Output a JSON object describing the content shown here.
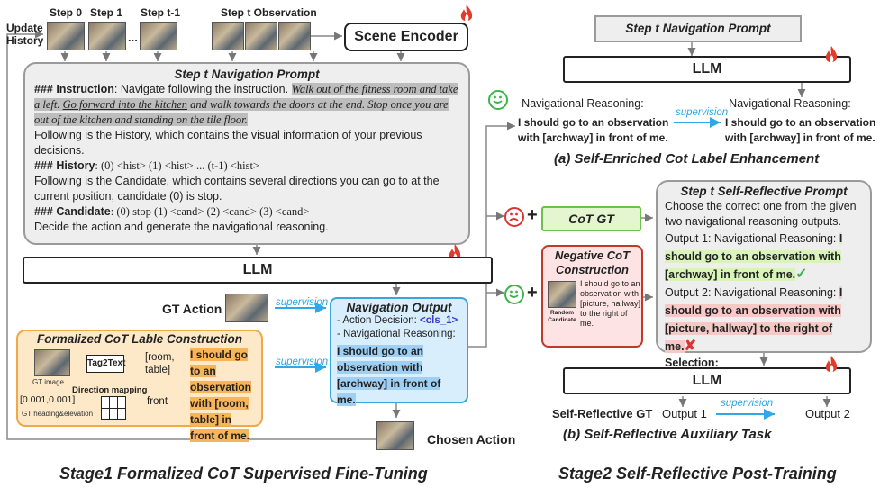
{
  "left": {
    "update_history": "Update\nHistory",
    "steps": [
      "Step 0",
      "Step 1",
      "Step t-1"
    ],
    "ellipsis": "...",
    "step_t_obs": "Step t  Observation",
    "scene_encoder": "Scene Encoder",
    "prompt_title": "Step t   Navigation  Prompt",
    "instr_head": "### Instruction",
    "instr_text": ": Navigate following the instruction. ",
    "instr_a": "Walk out of the fitness room and take a left. ",
    "instr_b": "Go forward into the kitchen",
    "instr_c": " and walk towards the doors at the end. Stop once you are out of the kitchen and standing on the tile floor.",
    "history_intro": "Following is the History, which contains the visual information of your previous decisions.",
    "history_head": "### History",
    "history_tokens": ": (0) <hist> (1) <hist> ... (t-1) <hist>",
    "candidate_intro": "Following is the Candidate, which contains several directions you can go to at the current position, candidate (0) is stop.",
    "candidate_head": "### Candidate",
    "candidate_tokens": ": (0) stop (1) <cand> (2) <cand> (3) <cand>",
    "decide": "Decide the action and generate the navigational reasoning.",
    "llm": "LLM",
    "gt_action": "GT Action",
    "supervision": "supervision",
    "nav_output_title": "Navigation Output",
    "action_decision": "- Action Decision: ",
    "cls_token": "<cls_1>",
    "nav_reasoning": "- Navigational Reasoning:",
    "nav_sentence": "I should go to an observation with [archway] in front of me.",
    "formalized_title": "Formalized CoT Lable Construction",
    "gt_image": "GT image",
    "tag2text": "Tag2Text",
    "room_table": "[room,\ntable]",
    "direction_mapping": "Direction mapping",
    "heading_values": "[0.001,0.001]",
    "gt_heading": "GT heading&elevation",
    "front": "front",
    "formal_sentence": "I should go to an observation with [room, table] in front of me.",
    "chosen_action": "Chosen Action",
    "stage1": "Stage1  Formalized CoT Supervised Fine-Tuning"
  },
  "right": {
    "top_prompt": "Step t   Navigation  Prompt",
    "llm_top": "LLM",
    "reasoning_label": "-Navigational Reasoning:",
    "sentence_bold": "I should go to an observation with [archway] in front of me.",
    "supervision": "supervision",
    "caption_a": "(a) Self-Enriched Cot Label Enhancement",
    "cot_gt": "CoT GT",
    "neg_title": "Negative CoT Construction",
    "random_candidate": "Random Candidate",
    "neg_sentence": "I should go to an observation with [picture, hallway] to the right of me.",
    "refl_title": "Step t   Self-Reflective Prompt",
    "refl_intro": "Choose the correct one from the given two navigational reasoning outputs.",
    "out1": "Output 1: Navigational Reasoning: ",
    "out1_sentence": "I should go to an observation with [archway] in front of me.",
    "out2": "Output 2: Navigational Reasoning: ",
    "out2_sentence": "I should go to an observation with [picture, hallway] to the right of me.",
    "selection": "Selection:",
    "llm_bottom": "LLM",
    "self_reflective_gt": "Self-Reflective GT",
    "output1": "Output 1",
    "output2": "Output 2",
    "caption_b": "(b) Self-Reflective Auxiliary Task",
    "stage2": "Stage2  Self-Reflective Post-Training"
  },
  "colors": {
    "prompt_bg": "#eeeeee",
    "orange_box": "#fde9c7",
    "orange_border": "#f0a84a",
    "blue_box": "#d9eefc",
    "blue_border": "#3aa6e0",
    "green_box": "#e3f6cf",
    "green_border": "#6cc24a",
    "red_border": "#c0392b",
    "pink_box": "#fde3e3",
    "fire": "#e23b2a",
    "arrow_blue": "#2ea8e6"
  }
}
